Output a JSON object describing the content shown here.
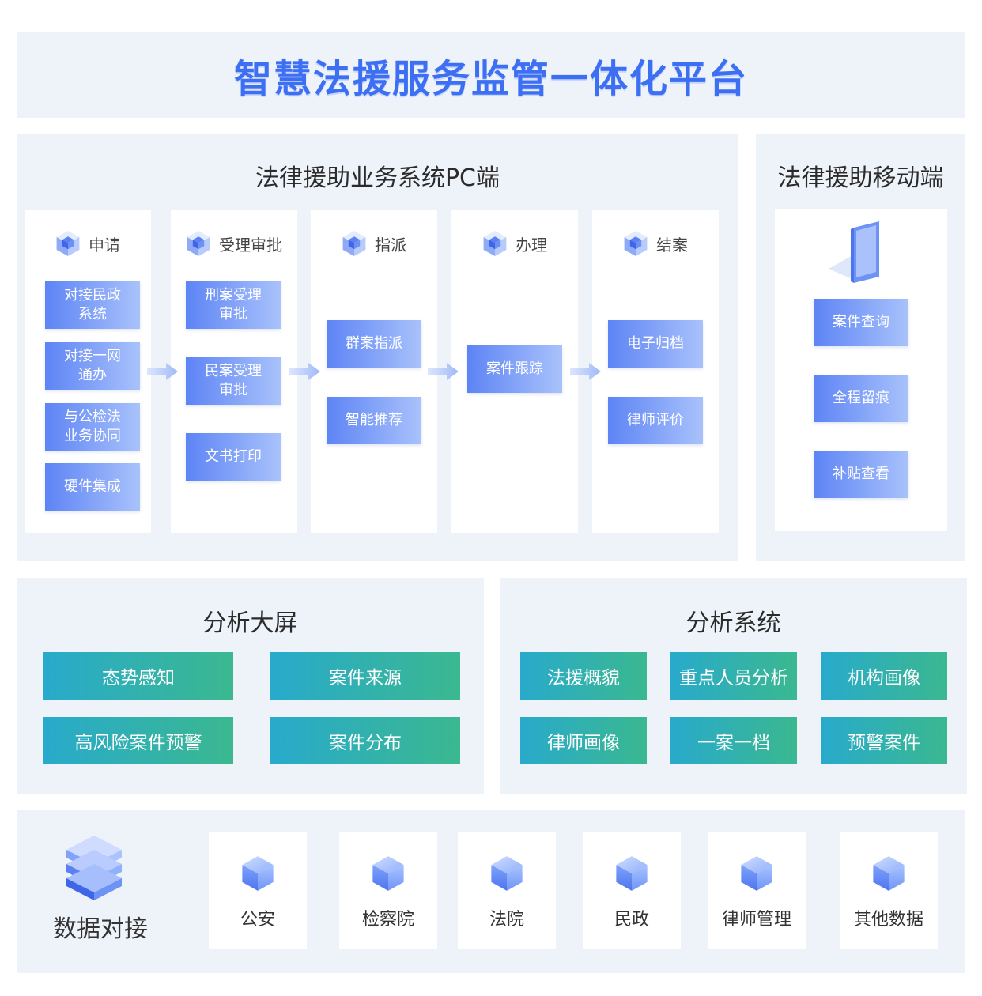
{
  "title": "智慧法援服务监管一体化平台",
  "pc": {
    "title": "法律援助业务系统PC端",
    "columns": [
      {
        "label": "申请",
        "items": [
          "对接民政\n系统",
          "对接一网\n通办",
          "与公检法\n业务协同",
          "硬件集成"
        ]
      },
      {
        "label": "受理审批",
        "items": [
          "刑案受理\n审批",
          "民案受理\n审批",
          "文书打印"
        ]
      },
      {
        "label": "指派",
        "items": [
          "群案指派",
          "智能推荐"
        ]
      },
      {
        "label": "办理",
        "items": [
          "案件跟踪"
        ]
      },
      {
        "label": "结案",
        "items": [
          "电子归档",
          "律师评价"
        ]
      }
    ]
  },
  "mobile": {
    "title": "法律援助移动端",
    "items": [
      "案件查询",
      "全程留痕",
      "补贴查看"
    ]
  },
  "screen": {
    "title": "分析大屏",
    "items": [
      "态势感知",
      "案件来源",
      "高风险案件预警",
      "案件分布"
    ]
  },
  "analysis": {
    "title": "分析系统",
    "items": [
      "法援概貌",
      "重点人员分析",
      "机构画像",
      "律师画像",
      "一案一档",
      "预警案件"
    ]
  },
  "data": {
    "title": "数据对接",
    "sources": [
      "公安",
      "检察院",
      "法院",
      "民政",
      "律师管理",
      "其他数据"
    ]
  }
}
